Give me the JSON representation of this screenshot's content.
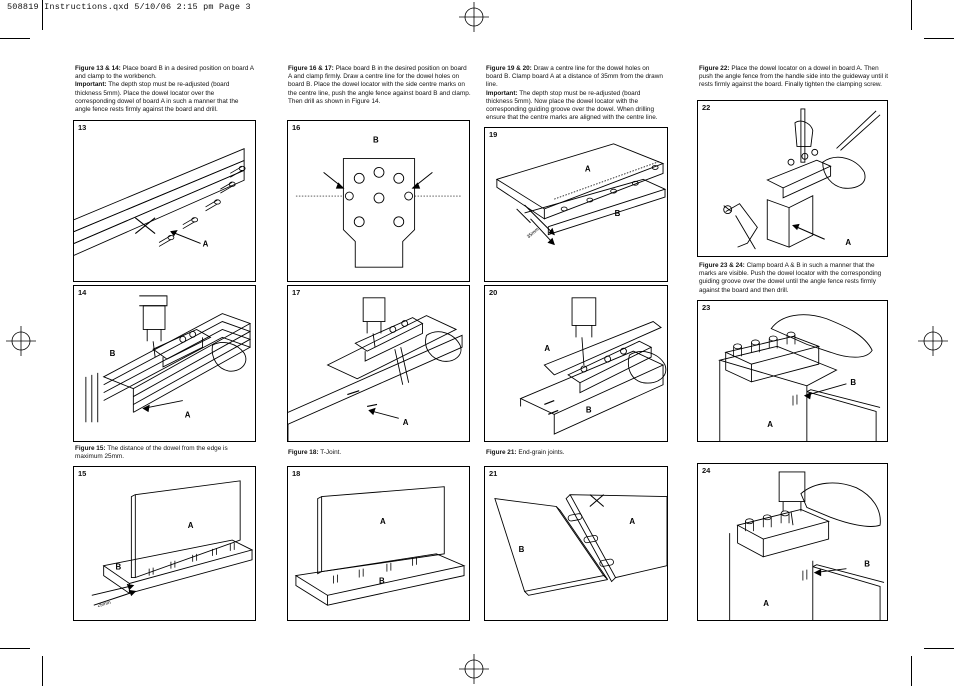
{
  "header": {
    "text": "508819 Instructions.qxd  5/10/06  2:15 pm  Page 3"
  },
  "captions": {
    "c13_14": {
      "fig_ref": "Figure 13 & 14:",
      "line1": "Place board B in a desired position on board A and clamp to the workbench.",
      "important_label": "Important:",
      "line2": "The depth stop must be re-adjusted (board thickness 5mm). Place the dowel locator over the corresponding dowel of board A in such a manner that the angle fence rests firmly against the board and drill."
    },
    "c16_17": {
      "fig_ref": "Figure 16 & 17:",
      "line1": "Place board B in the desired position on board A and clamp firmly. Draw a centre line for the dowel holes on board B. Place the dowel locator with the side centre marks on the centre line, push the angle fence against board B and clamp. Then drill as shown in Figure 14."
    },
    "c19_20": {
      "fig_ref": "Figure 19 & 20:",
      "line1": "Draw a centre line for the dowel holes on board B. Clamp board A at a distance of 35mm from the drawn line.",
      "important_label": "Important:",
      "line2": "The depth stop must be re-adjusted (board thickness 5mm). Now place the dowel locator with the corresponding guiding groove over the dowel. When drilling ensure that the centre marks are aligned with the centre line."
    },
    "c22": {
      "fig_ref": "Figure 22:",
      "line1": "Place the dowel locator on a dowel in board A. Then push the angle fence from the handle side into the guideway until it rests firmly against the board. Finally tighten the clamping screw."
    },
    "c23_24": {
      "fig_ref": "Figure 23 & 24:",
      "line1": "Clamp board A & B in such a manner that the marks are visible. Push the dowel locator with the corresponding guiding groove over the dowel until the angle fence rests firmly against the board and then drill."
    },
    "c15": {
      "fig_ref": "Figure 15:",
      "line1": "The distance of the dowel from the edge is maximum 25mm."
    },
    "c18": {
      "fig_ref": "Figure 18:",
      "line1": "T-Joint."
    },
    "c21": {
      "fig_ref": "Figure 21:",
      "line1": "End-grain joints."
    }
  },
  "figures": {
    "f13": {
      "num": "13",
      "labels": [
        "A"
      ]
    },
    "f14": {
      "num": "14",
      "labels": [
        "B",
        "A"
      ]
    },
    "f15": {
      "num": "15",
      "labels": [
        "A",
        "B"
      ],
      "dim": "25mm"
    },
    "f16": {
      "num": "16",
      "labels": [
        "B"
      ]
    },
    "f17": {
      "num": "17",
      "labels": [
        "A"
      ]
    },
    "f18": {
      "num": "18",
      "labels": [
        "A",
        "B"
      ]
    },
    "f19": {
      "num": "19",
      "labels": [
        "A",
        "B"
      ],
      "dim": "35mm"
    },
    "f20": {
      "num": "20",
      "labels": [
        "A",
        "B"
      ]
    },
    "f21": {
      "num": "21",
      "labels": [
        "A",
        "B"
      ]
    },
    "f22": {
      "num": "22",
      "labels": [
        "A"
      ]
    },
    "f23": {
      "num": "23",
      "labels": [
        "B",
        "A"
      ]
    },
    "f24": {
      "num": "24",
      "labels": [
        "B",
        "A"
      ]
    }
  }
}
